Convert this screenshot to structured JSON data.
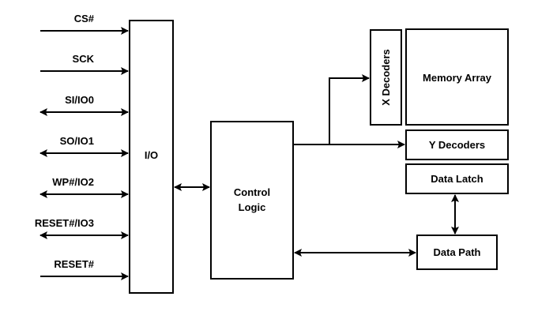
{
  "diagram": {
    "type": "block-diagram",
    "signals": [
      {
        "label": "CS#",
        "direction": "in"
      },
      {
        "label": "SCK",
        "direction": "in"
      },
      {
        "label": "SI/IO0",
        "direction": "bidirectional"
      },
      {
        "label": "SO/IO1",
        "direction": "bidirectional"
      },
      {
        "label": "WP#/IO2",
        "direction": "bidirectional"
      },
      {
        "label": "RESET#/IO3",
        "direction": "bidirectional"
      },
      {
        "label": "RESET#",
        "direction": "in"
      }
    ],
    "blocks": {
      "io": "I/O",
      "control_logic_line1": "Control",
      "control_logic_line2": "Logic",
      "x_decoders": "X Decoders",
      "memory_array": "Memory Array",
      "y_decoders": "Y Decoders",
      "data_latch": "Data Latch",
      "data_path": "Data Path"
    },
    "connections": [
      {
        "from": "I/O",
        "to": "Control Logic",
        "direction": "bidirectional"
      },
      {
        "from": "Control Logic",
        "to": "X Decoders",
        "direction": "out"
      },
      {
        "from": "Control Logic",
        "to": "Y Decoders",
        "direction": "out"
      },
      {
        "from": "Data Latch",
        "to": "Data Path",
        "direction": "bidirectional"
      },
      {
        "from": "Data Path",
        "to": "Control Logic",
        "direction": "bidirectional"
      }
    ]
  }
}
